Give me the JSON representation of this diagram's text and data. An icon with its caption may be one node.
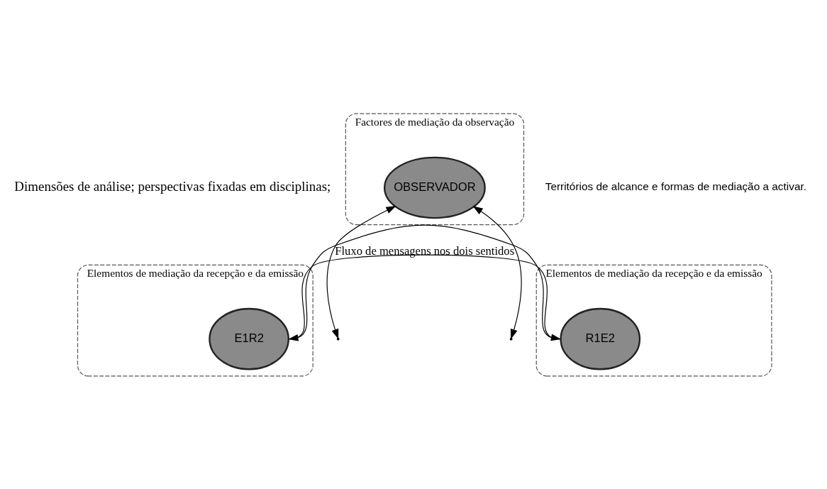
{
  "diagram": {
    "nodes": [
      {
        "text": [
          "Factores de mediação da observação"
        ]
      },
      {
        "text": [
          "OBSERVADOR"
        ],
        "in": 0
      },
      {
        "text": [
          "Elementos de mediação da recepção e da emissão"
        ]
      },
      {
        "text": [
          "E1R2"
        ],
        "in": 2
      },
      {
        "text": [
          "Elementos de mediação da recepção e da emissão"
        ]
      },
      {
        "text": [
          "R1E2"
        ],
        "in": 4
      }
    ],
    "edges": [
      {
        "from": 5,
        "to": 3,
        "arrow": "to"
      },
      {
        "from": 3,
        "to": 5,
        "arrow": "to",
        "label": "Fluxo de mensagens nos dois sentidos"
      },
      {
        "from": 1,
        "to": null,
        "arrow": "both"
      },
      {
        "from": 1,
        "to": null,
        "arrow": "both"
      }
    ],
    "labels": [
      "Dimensões de análise; perspectivas fixadas em disciplinas;",
      "Territórios de alcance e formas de mediação a activar."
    ]
  }
}
